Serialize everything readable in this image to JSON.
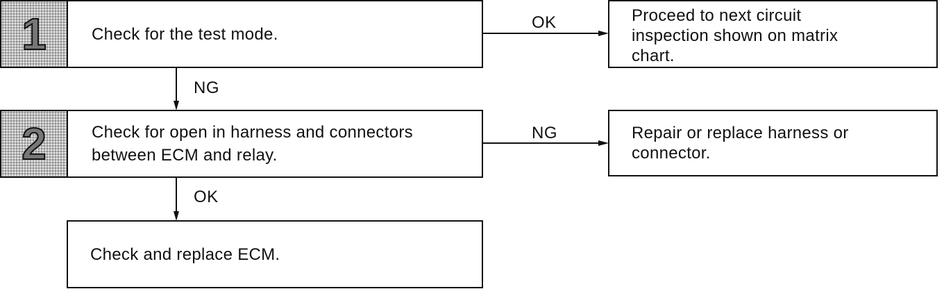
{
  "steps": [
    {
      "number": "1",
      "text": "Check for the test mode."
    },
    {
      "number": "2",
      "text": "Check for open in harness and connectors\nbetween ECM and relay."
    }
  ],
  "results": {
    "step1_ok": "Proceed to next circuit\ninspection shown on matrix\nchart.",
    "step2_ng": "Repair or replace harness or\nconnector.",
    "final": "Check and replace ECM."
  },
  "connectors": {
    "step1_right": "OK",
    "step1_down": "NG",
    "step2_right": "NG",
    "step2_down": "OK"
  },
  "colors": {
    "line": "#111111",
    "number_fill": "#bdbdbd"
  }
}
